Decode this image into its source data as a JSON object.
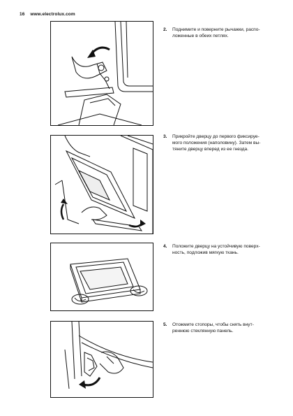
{
  "header": {
    "page_number": "16",
    "site": "www.electrolux.com"
  },
  "steps": [
    {
      "number": "2.",
      "text": "Поднимите и поверните рычажки, распо-\nложенные в обеих петлях."
    },
    {
      "number": "3.",
      "text": "Прикройте дверцу до первого фиксируе-\nмого положения (наполовину). Затем вы-\nтяните дверцу вперед из ее гнезда."
    },
    {
      "number": "4.",
      "text": "Положите дверцу на устойчивую поверх-\nность, подложив мягкую ткань."
    },
    {
      "number": "5.",
      "text": "Отожмите стопоры, чтобы снять внут-\nреннюю стеклянную панель."
    }
  ]
}
